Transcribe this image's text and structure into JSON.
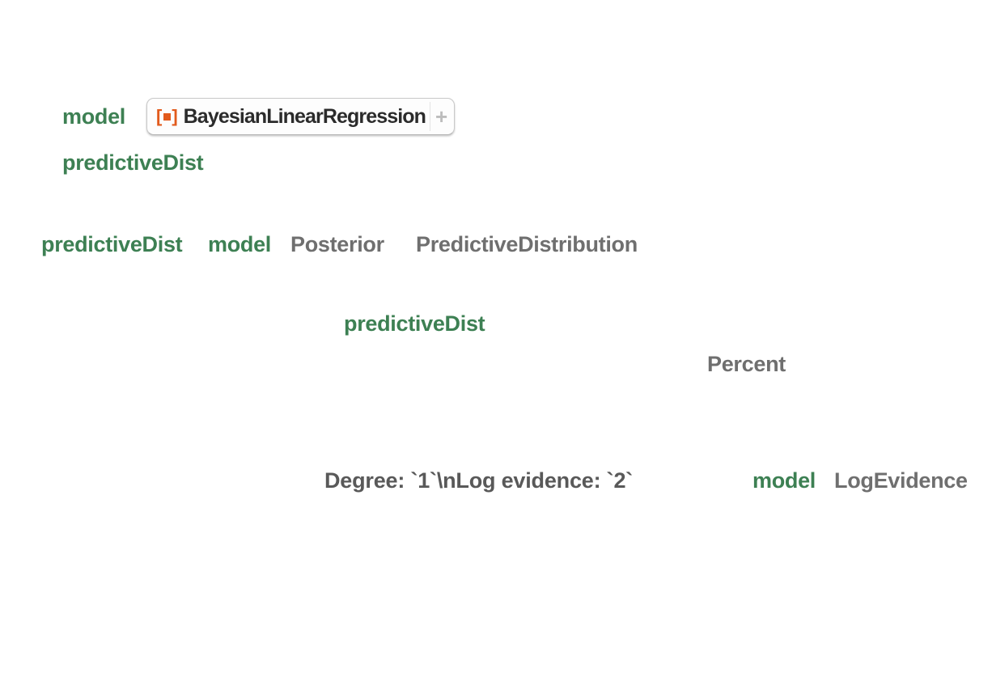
{
  "app": {
    "kind": "wolfram-notebook-code-fragment",
    "background": "#ffffff"
  },
  "colors": {
    "identifier_green": "#3D8053",
    "string_gray": "#6F6F6F",
    "template_string_gray": "#595959",
    "resource_orange": "#E25A1C",
    "resource_name_text": "#2B2B2B",
    "plus_gray": "#BDBDBD",
    "box_border": "#C9C9C9",
    "box_background": "#FDFDFD"
  },
  "resource_function": {
    "icon": {
      "left_bracket": "[",
      "right_bracket": "]"
    },
    "name": "BayesianLinearRegression",
    "plus": "+"
  },
  "tokens": {
    "model_1": "model",
    "predictive_dist_1": "predictiveDist",
    "predictive_dist_2": "predictiveDist",
    "model_2": "model",
    "posterior": "Posterior",
    "predictive_distribution": "PredictiveDistribution",
    "predictive_dist_3": "predictiveDist",
    "percent": "Percent",
    "degree_template": "Degree: `1`\\nLog evidence: `2`",
    "model_3": "model",
    "log_evidence": "LogEvidence"
  }
}
